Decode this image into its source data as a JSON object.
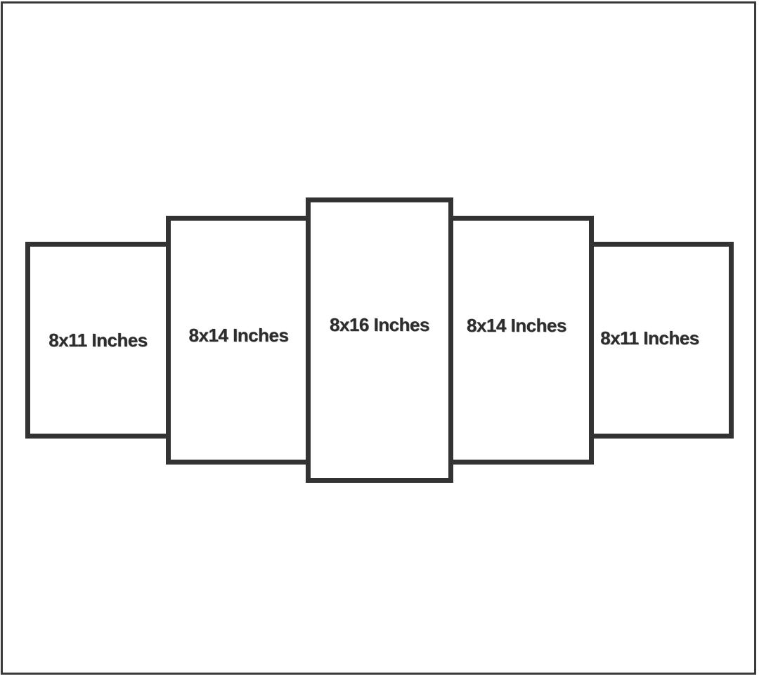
{
  "diagram": {
    "type": "split-canvas-size-chart",
    "panels": [
      {
        "label": "8x11 Inches"
      },
      {
        "label": "8x14 Inches"
      },
      {
        "label": "8x16 Inches"
      },
      {
        "label": "8x14 Inches"
      },
      {
        "label": "8x11 Inches"
      }
    ],
    "colors": {
      "border": "#333333",
      "frame": "#3a3a3a",
      "text": "#2d2d2d",
      "background": "#ffffff"
    }
  }
}
